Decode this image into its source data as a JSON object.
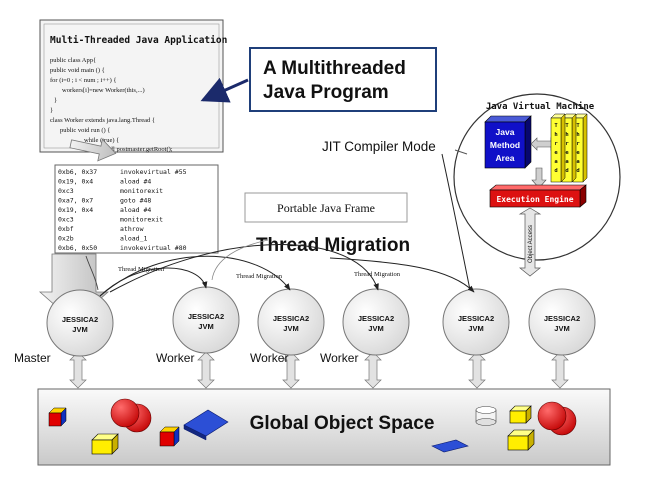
{
  "application_box": {
    "title": "Multi-Threaded Java Application",
    "code_lines": [
      "public class App{",
      "public void main () {",
      "for (i=0 ; i < num ; i++) {",
      "    workers[i]=new Worker(this,...)",
      "}",
      "}",
      "class Worker extends java.lang.Thread {",
      "    public void run () {",
      "        while (true) {",
      "            Call postmaster.getRoot();"
    ]
  },
  "program_callout": {
    "line1": "A Multithreaded",
    "line2": "Java Program"
  },
  "bytecode": {
    "rows": [
      {
        "addr": "0xb6, 0x37",
        "op": "invokevirtual #55"
      },
      {
        "addr": "0x19, 0x4",
        "op": "aload #4"
      },
      {
        "addr": "0xc3",
        "op": "monitorexit"
      },
      {
        "addr": "0xa7, 0x7",
        "op": "goto #48"
      },
      {
        "addr": "0x19, 0x4",
        "op": "aload #4"
      },
      {
        "addr": "0xc3",
        "op": "monitorexit"
      },
      {
        "addr": "0xbf",
        "op": "athrow"
      },
      {
        "addr": "0x2b",
        "op": "aload_1"
      },
      {
        "addr": "0xb6, 0x50",
        "op": "invokevirtual #80"
      }
    ]
  },
  "portable_frame": "Portable Java Frame",
  "thread_migration_title": "Thread Migration",
  "migration_labels": [
    "Thread Migration",
    "Thread Migration",
    "Thread Migration"
  ],
  "jit_mode": "JIT Compiler Mode",
  "jvm": {
    "title": "Java Virtual Machine",
    "method_area": [
      "Java",
      "Method",
      "Area"
    ],
    "thread_letters": [
      "T",
      "h",
      "r",
      "e",
      "a",
      "d"
    ],
    "execution_engine": "Execution Engine",
    "object_access": "Object Access"
  },
  "nodes": [
    {
      "line1": "JESSICA2",
      "line2": "JVM"
    },
    {
      "line1": "JESSICA2",
      "line2": "JVM"
    },
    {
      "line1": "JESSICA2",
      "line2": "JVM"
    },
    {
      "line1": "JESSICA2",
      "line2": "JVM"
    },
    {
      "line1": "JESSICA2",
      "line2": "JVM"
    },
    {
      "line1": "JESSICA2",
      "line2": "JVM"
    }
  ],
  "roles": [
    "Master",
    "Worker",
    "Worker",
    "Worker"
  ],
  "global_space": "Global Object Space",
  "colors": {
    "method_area_blue": "#1010c8",
    "thread_yellow": "#ffff33",
    "engine_red": "#dd1111",
    "callout_border": "#1f3f7a",
    "arrow_gray": "#d8d8d8"
  }
}
